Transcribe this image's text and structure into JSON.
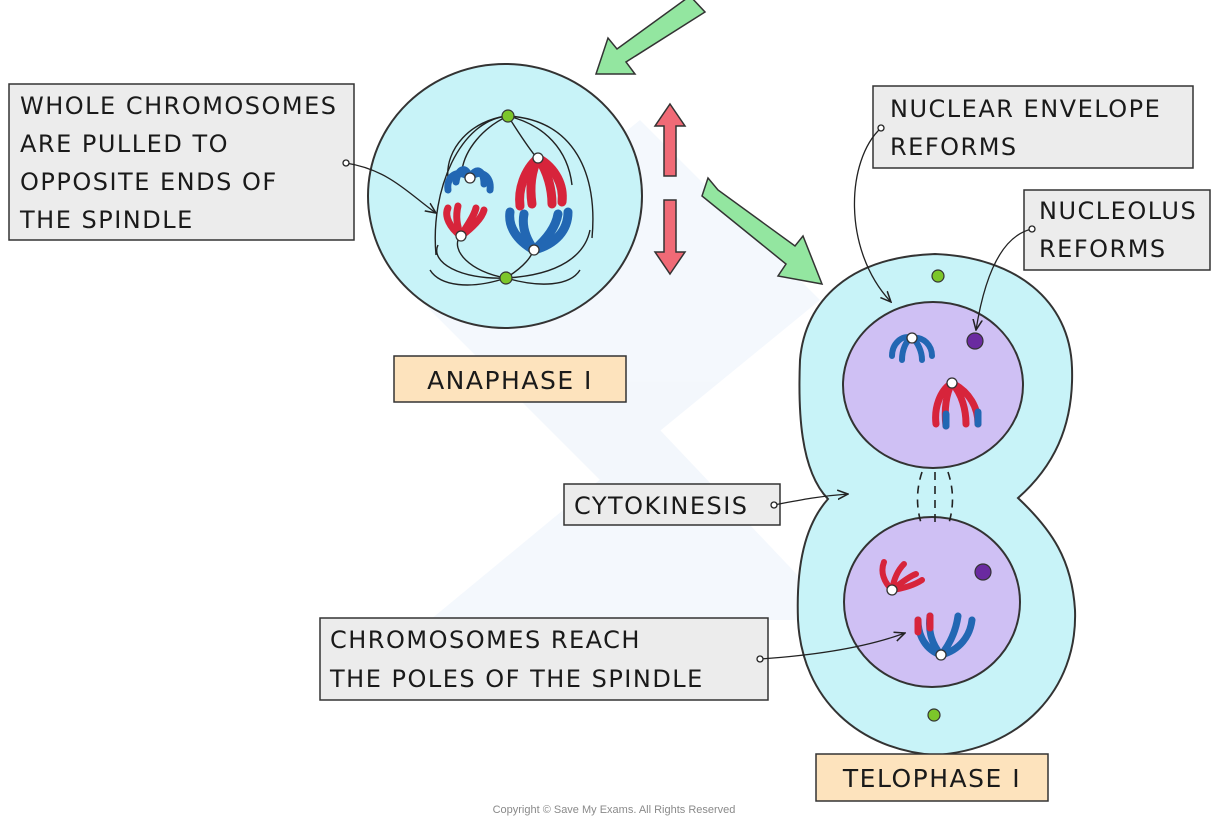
{
  "labels": {
    "whole_chromosomes": [
      "WHOLE CHROMOSOMES",
      "ARE PULLED TO",
      "OPPOSITE ENDS OF",
      "THE SPINDLE"
    ],
    "nuclear_envelope": [
      "NUCLEAR ENVELOPE",
      "REFORMS"
    ],
    "nucleolus": [
      "NUCLEOLUS",
      "REFORMS"
    ],
    "cytokinesis": "CYTOKINESIS",
    "chromosomes_reach": [
      "CHROMOSOMES REACH",
      "THE POLES OF THE SPINDLE"
    ]
  },
  "stages": {
    "anaphase": "ANAPHASE I",
    "telophase": "TELOPHASE I"
  },
  "copyright": "Copyright © Save My Exams. All Rights Reserved",
  "colors": {
    "cytoplasm": "#c8f3f8",
    "nucleus": "#cfc0f4",
    "chromosome_red": "#d7243b",
    "chromosome_blue": "#2267b3",
    "centriole": "#7cc62a",
    "nucleolus": "#6a2aa0",
    "arrow_green": "#93e6a0",
    "arrow_pink": "#f06a76",
    "label_box": "#ececec",
    "stage_box": "#fde3bd"
  }
}
